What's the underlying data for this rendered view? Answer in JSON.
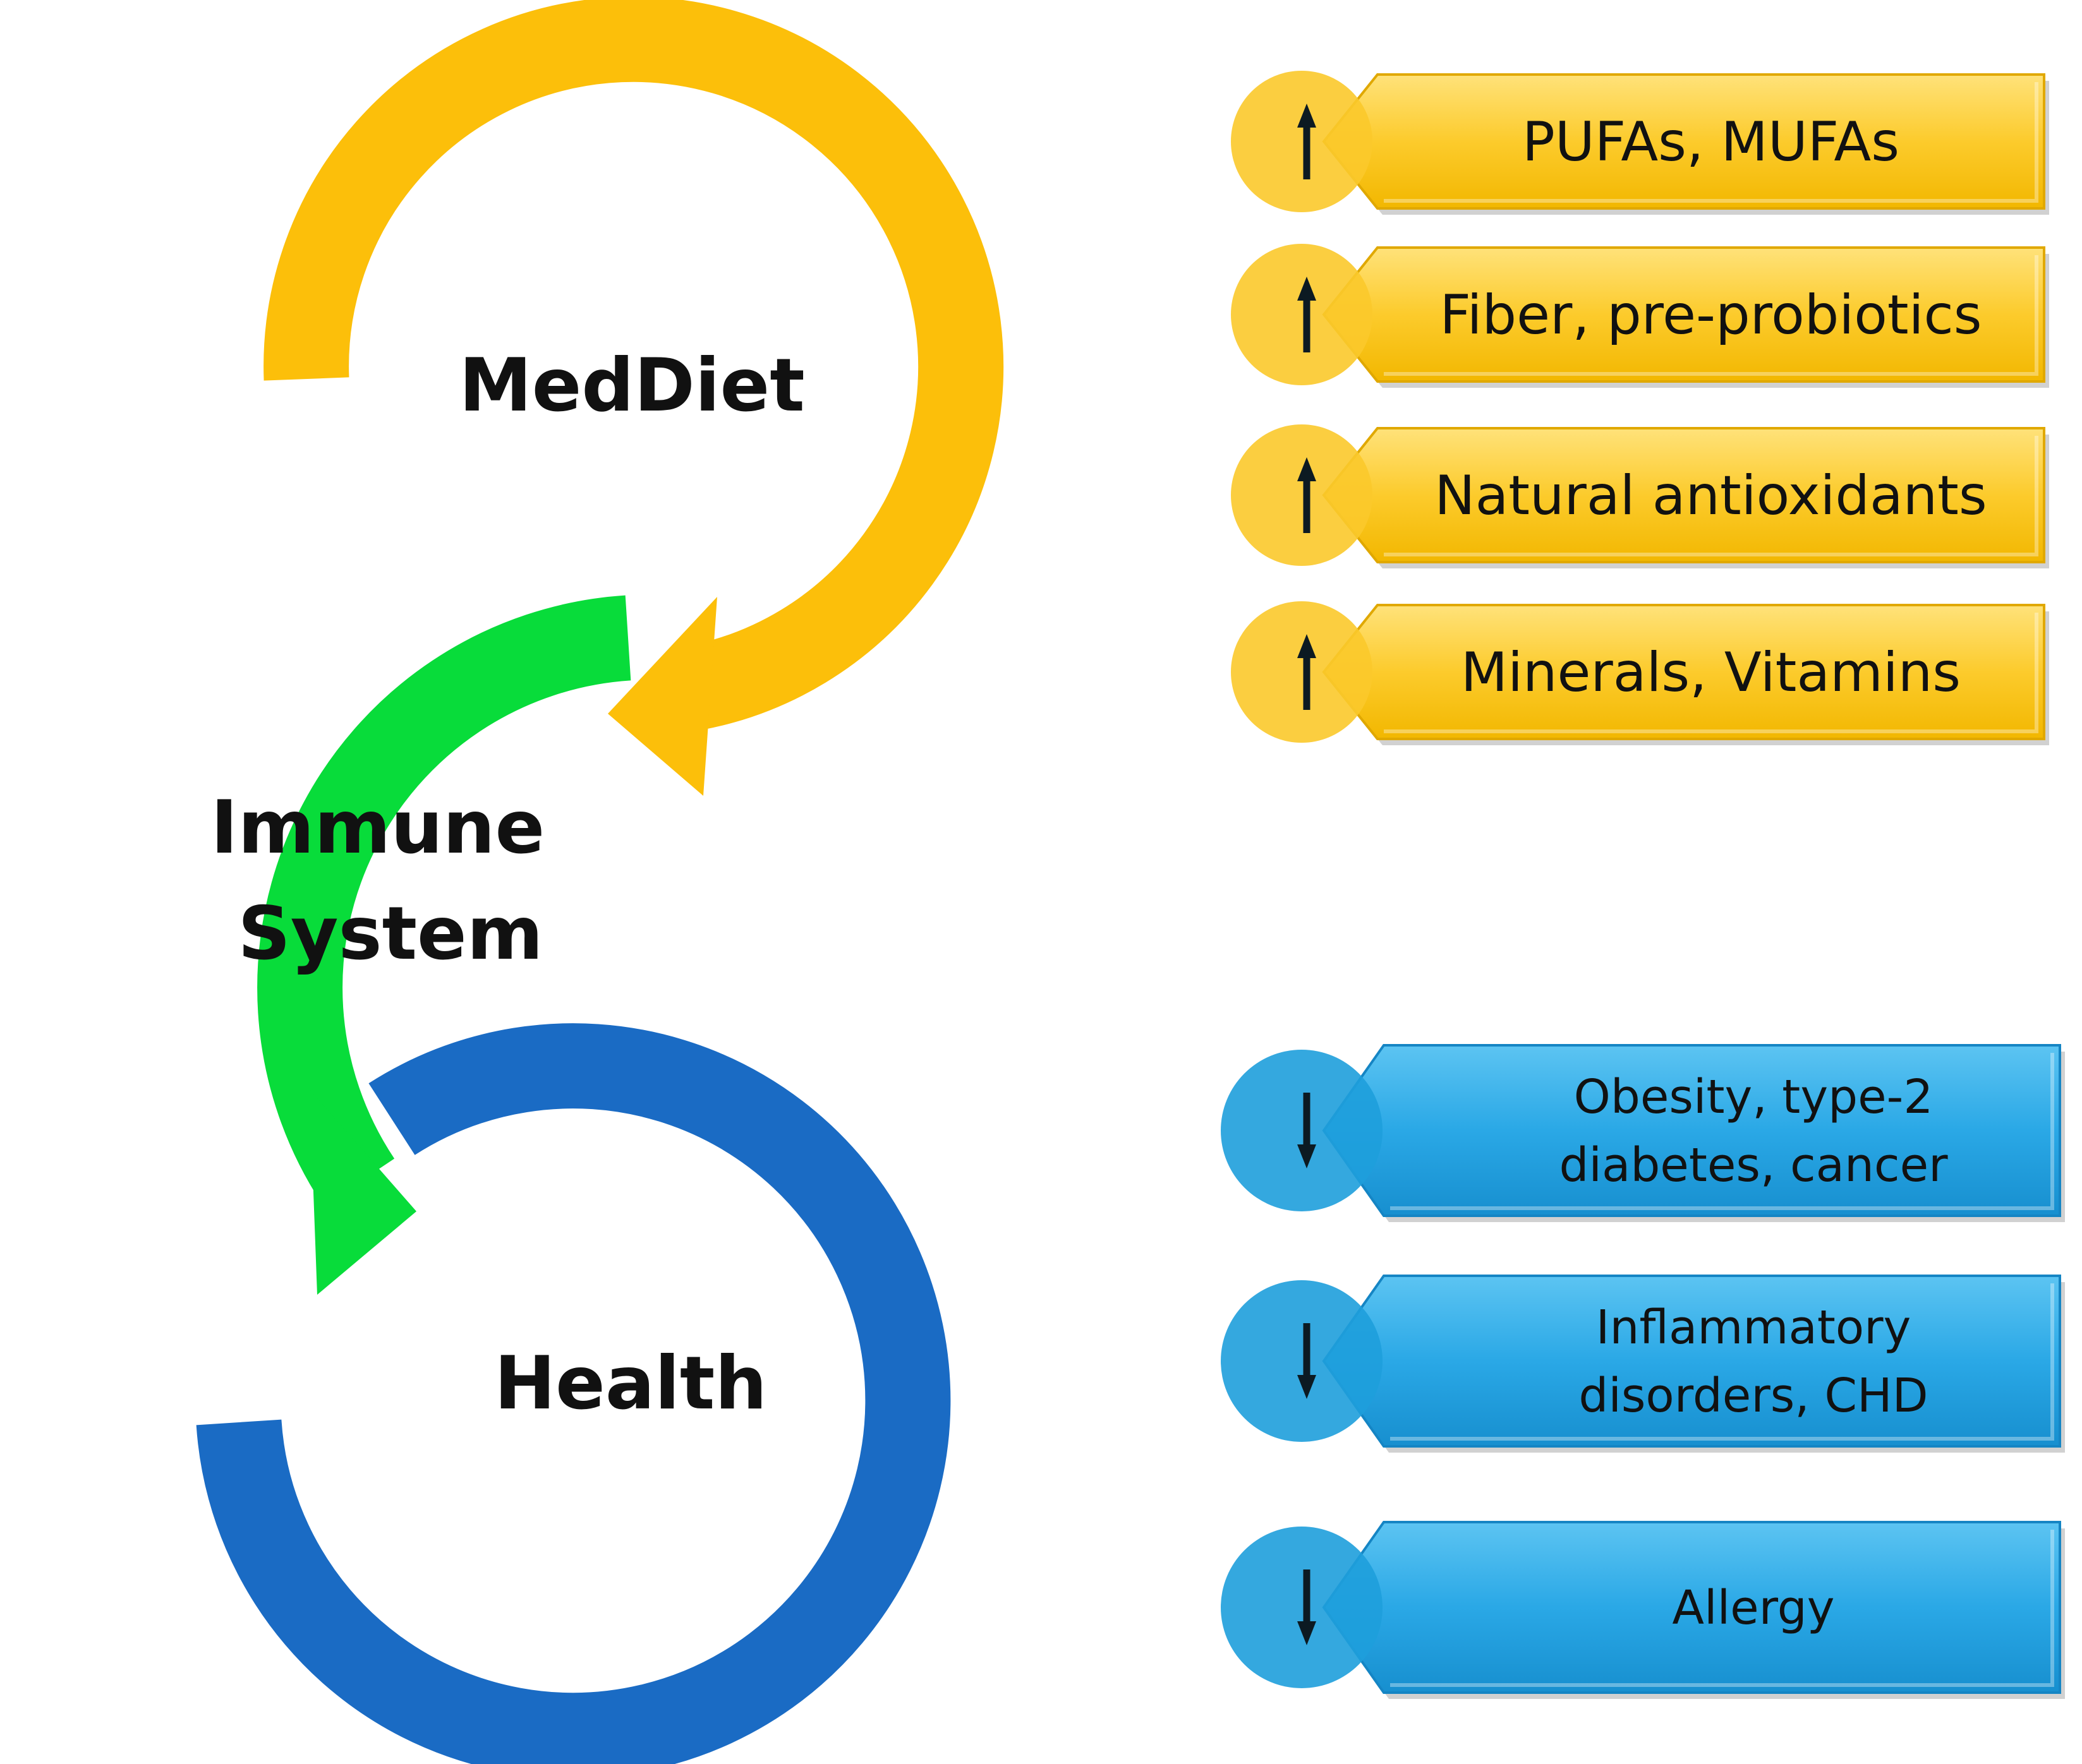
{
  "cycle": [
    {
      "id": "meddiet",
      "label_lines": [
        "MedDiet"
      ],
      "color": "#FCBF0A"
    },
    {
      "id": "immune",
      "label_lines": [
        "Immune",
        "System"
      ],
      "color": "#08DC3A"
    },
    {
      "id": "health",
      "label_lines": [
        "Health"
      ],
      "color": "#1A6BC4"
    }
  ],
  "increase": {
    "direction": "up",
    "indicator_icon": "up-arrow-icon",
    "box_color": "#FCCE3A",
    "circle_color": "#FBC92B",
    "items": [
      {
        "lines": [
          "PUFAs, MUFAs"
        ]
      },
      {
        "lines": [
          "Fiber, pre-probiotics"
        ]
      },
      {
        "lines": [
          "Natural antioxidants"
        ]
      },
      {
        "lines": [
          "Minerals, Vitamins"
        ]
      }
    ]
  },
  "decrease": {
    "direction": "down",
    "indicator_icon": "down-arrow-icon",
    "box_color": "#2AA8E6",
    "circle_color": "#1E9EDC",
    "items": [
      {
        "lines": [
          "Obesity, type-2",
          "diabetes, cancer"
        ]
      },
      {
        "lines": [
          "Inflammatory",
          "disorders, CHD"
        ]
      },
      {
        "lines": [
          "Allergy"
        ]
      }
    ]
  }
}
